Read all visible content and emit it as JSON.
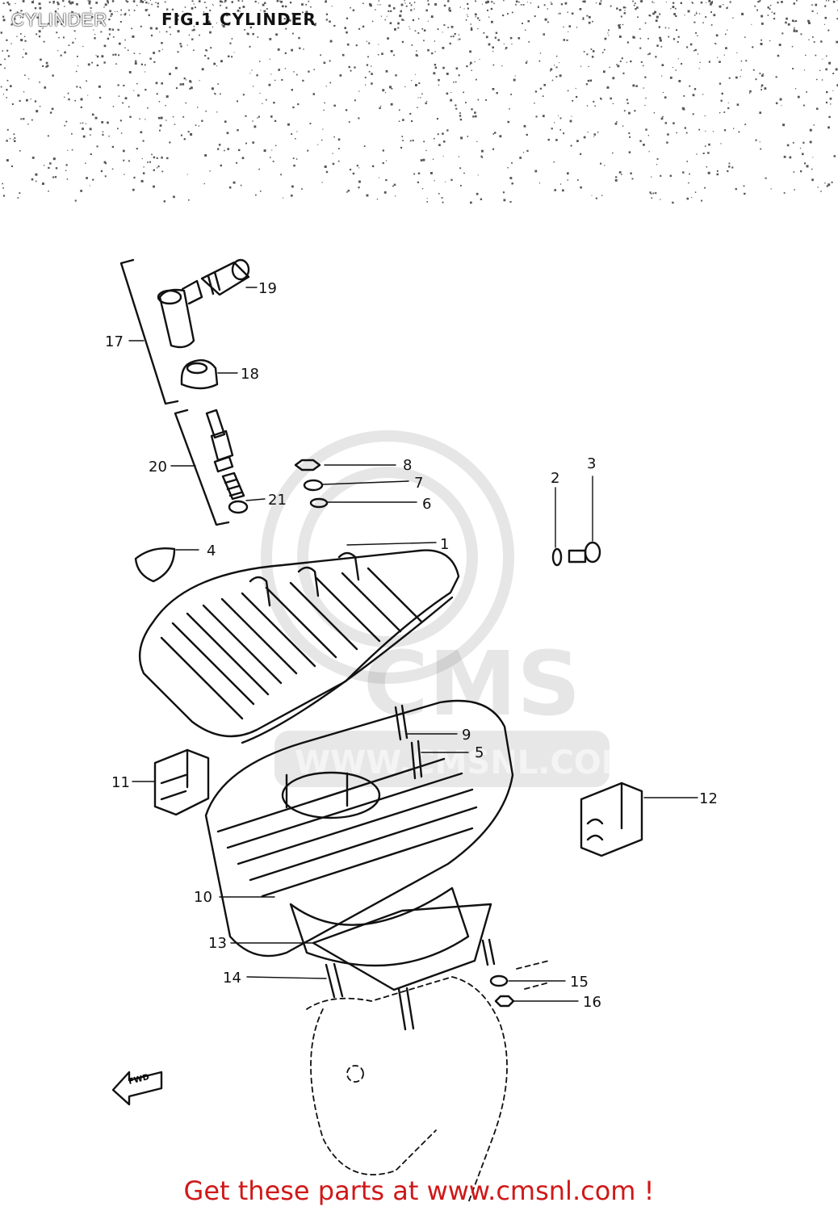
{
  "header": {
    "title": "CYLINDER",
    "figure_title": "FIG.1  CYLINDER"
  },
  "watermark": {
    "brand": "CMS",
    "site": "WWW.CMSNL.COM"
  },
  "callouts": [
    "1",
    "2",
    "3",
    "4",
    "5",
    "6",
    "7",
    "8",
    "9",
    "10",
    "11",
    "12",
    "13",
    "14",
    "15",
    "16",
    "17",
    "18",
    "19",
    "20",
    "21"
  ],
  "direction_marker": "FWD",
  "footer": {
    "text": "Get these parts at www.cmsnl.com !",
    "color": "#d01818"
  }
}
